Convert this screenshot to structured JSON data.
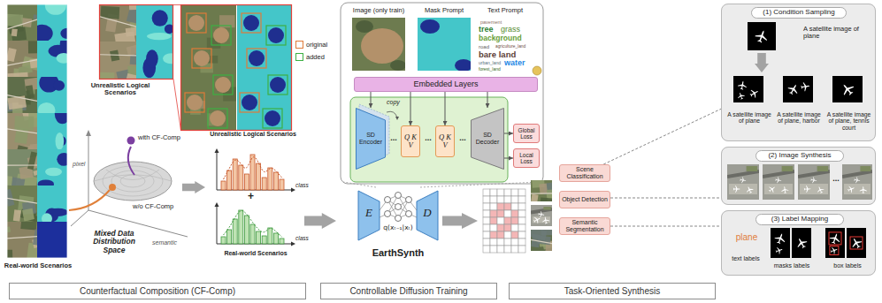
{
  "diagram": {
    "nodes": [
      {
        "text": [
          "Embedded Layers"
        ]
      },
      {
        "text": [
          "SD Encoder"
        ]
      },
      {
        "text": [
          "Q K V"
        ]
      },
      {
        "text": [
          "Q K V"
        ]
      },
      {
        "text": [
          "SD Decoder"
        ]
      },
      {
        "text": [
          "Global Loss"
        ]
      },
      {
        "text": [
          "Local Loss"
        ]
      },
      {
        "text": [
          "E",
          "q(xₜ₋₁|xₜ)",
          "D",
          "EarthSynth"
        ]
      },
      {
        "text": [
          "Scene Classification"
        ]
      },
      {
        "text": [
          "Object Detection"
        ]
      },
      {
        "text": [
          "Semantic Segmentation"
        ]
      },
      {
        "text": [
          "(1) Condition Sampling",
          "A satellite image of plane",
          "A satellite image of plane",
          "A satellite image of plane, harbor",
          "A satellite image of plane, tennis court"
        ]
      },
      {
        "text": [
          "(2) Image Synthesis"
        ]
      },
      {
        "text": [
          "(3) Label Mapping",
          "plane",
          "text labels",
          "masks labels",
          "box labels"
        ]
      },
      {
        "text": [
          "Counterfactual Composition (CF-Comp)"
        ]
      },
      {
        "text": [
          "Controllable Diffusion Training"
        ]
      },
      {
        "text": [
          "Task-Oriented Synthesis"
        ]
      }
    ],
    "edges": [
      {
        "from": 0,
        "to": 1,
        "arrow": "to"
      },
      {
        "from": 0,
        "to": 2,
        "arrow": "to"
      },
      {
        "from": 0,
        "to": 3,
        "arrow": "to"
      },
      {
        "from": 0,
        "to": 4,
        "arrow": "to"
      },
      {
        "from": 4,
        "to": 5,
        "arrow": "to"
      },
      {
        "from": 4,
        "to": 6,
        "arrow": "to"
      },
      {
        "from": 8,
        "to": 11,
        "arrow": "none"
      },
      {
        "from": 9,
        "to": 12,
        "arrow": "none"
      },
      {
        "from": 10,
        "to": 13,
        "arrow": "none"
      }
    ],
    "labels": [
      "Unrealistic Logical Scenarios",
      "Real-world Scenarios",
      "pixel",
      "with CF-Comp",
      "w/o CF-Comp",
      "Mixed Data Distribution Space",
      "semantic",
      "Unrealistic Logical Scenarios",
      "class",
      "+",
      "class",
      "Real-world Scenarios",
      "Image (only train)",
      "Mask Prompt",
      "Text Prompt",
      "pavement",
      "tree",
      "grass",
      "background",
      "agriculture_land",
      "road",
      "bare land",
      "urban_land",
      "water",
      "forest_land",
      "copy",
      "...",
      "...",
      "...",
      "..."
    ],
    "legend": [
      {
        "text": "original",
        "color": "#e07b39"
      },
      {
        "text": "added",
        "color": "#3cb043"
      }
    ]
  }
}
